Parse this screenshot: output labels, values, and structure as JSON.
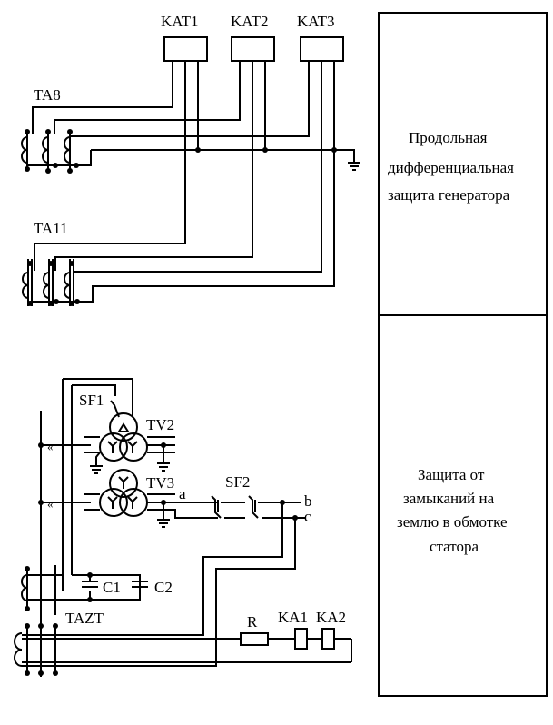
{
  "title": "Схема защит генератора",
  "diagram": {
    "relays_top": [
      "KAT1",
      "KAT2",
      "KAT3"
    ],
    "current_transformers": [
      "TA8",
      "TA11",
      "TAZT"
    ],
    "voltage_transformers": [
      "TV2",
      "TV3"
    ],
    "breakers": [
      "SF1",
      "SF2"
    ],
    "capacitors": [
      "C1",
      "C2"
    ],
    "resistor": "R",
    "relays_bottom": [
      "KA1",
      "KA2"
    ],
    "terminals": [
      "a",
      "b",
      "c"
    ]
  },
  "panels": {
    "top": {
      "lines": [
        "Продольная",
        "дифференциальная",
        "защита  генератора"
      ]
    },
    "bottom": {
      "lines": [
        "Защита от",
        "замыканий на",
        "землю в обмотке",
        "статора"
      ]
    }
  },
  "colors": {
    "line": "#000000",
    "background": "#ffffff"
  }
}
